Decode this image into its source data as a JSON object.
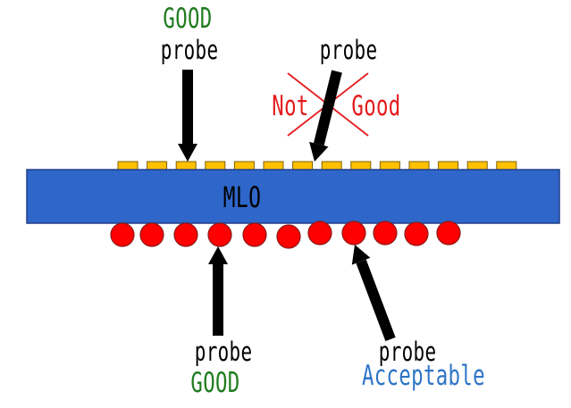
{
  "diagram": {
    "substrate": {
      "label": "MLO",
      "fill": "#2F66C9",
      "stroke": "#203F8A"
    },
    "top_pads": {
      "count": 14,
      "fill": "#FFC000"
    },
    "bottom_balls": {
      "count": 11,
      "fill": "#FF0000"
    },
    "arrow_color": "#000000",
    "probes": [
      {
        "id": "top-left",
        "word": "probe",
        "verdict": "GOOD",
        "verdict_color": "#1E7B1E"
      },
      {
        "id": "top-right",
        "word": "probe",
        "verdict_left": "Not",
        "verdict_right": "Good",
        "verdict_color": "#E31A1C"
      },
      {
        "id": "bottom-left",
        "word": "probe",
        "verdict": "GOOD",
        "verdict_color": "#1E7B1E"
      },
      {
        "id": "bottom-right",
        "word": "probe",
        "verdict": "Acceptable",
        "verdict_color": "#2E74C7"
      }
    ],
    "word_color": "#000000"
  }
}
